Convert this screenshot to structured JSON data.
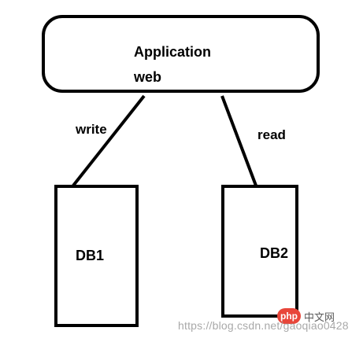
{
  "diagram": {
    "app": {
      "line1": "Application",
      "line2": "web"
    },
    "edges": {
      "write_label": "write",
      "read_label": "read"
    },
    "db1": {
      "label": "DB1"
    },
    "db2": {
      "label": "DB2"
    }
  },
  "watermark": {
    "logo_text": "php",
    "logo_color": "#e8463a",
    "site_text": "中文网",
    "url": "https://blog.csdn.net/gaoqiao0428"
  }
}
